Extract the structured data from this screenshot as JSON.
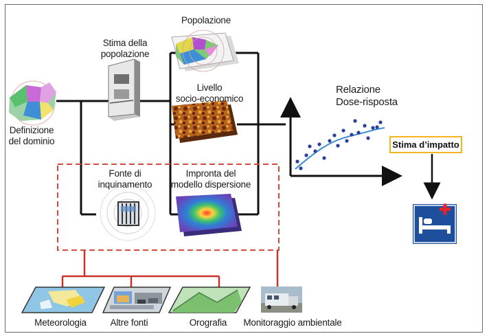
{
  "labels": {
    "domain": "Definizione\ndel dominio",
    "population_estimate": "Stima della\npopolazione",
    "population": "Popolazione",
    "socioeconomic": "Livello\nsocio-economico",
    "source": "Fonte di\ninquinamento",
    "dispersion": "Impronta del\nmodello dispersione",
    "dose_response": "Relazione\nDose-risposta",
    "impact": "Stima d’impatto",
    "meteorology": "Meteorologia",
    "other_sources": "Altre fonti",
    "orography": "Orografia",
    "monitoring": "Monitoraggio ambientale"
  },
  "colors": {
    "connector": "#111111",
    "dashed_box": "#d24b3b",
    "red_links": "#c9322a",
    "impact_border": "#f3b51c",
    "hospital_icon_bg": "#1e4f9c",
    "hospital_cross": "#e0262a",
    "scatter_points": "#2a3f9e",
    "trend_curve": "#3a8bd0"
  },
  "icons": [
    "domain-map-icon",
    "building-icon",
    "population-map-icon",
    "socioeconomic-map-icon",
    "factory-icon",
    "dispersion-heatmap-icon",
    "meteorology-map-icon",
    "other-sources-photo-icon",
    "orography-map-icon",
    "monitoring-station-photo-icon",
    "hospital-bed-icon"
  ]
}
